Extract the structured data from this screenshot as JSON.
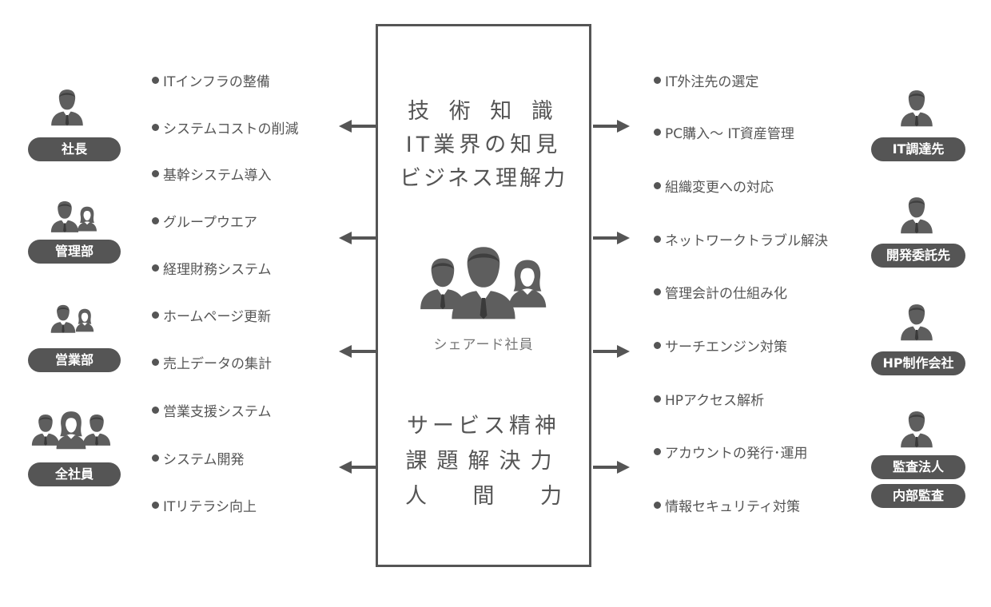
{
  "center": {
    "top_lines": [
      "技 術 知 識",
      "IT業界の知見",
      "ビジネス理解力"
    ],
    "caption": "シェアード社員",
    "bottom_lines": [
      "サービス精神",
      "課題解決力"
    ],
    "bottom_spread": [
      "人",
      "間",
      "力"
    ]
  },
  "left_items": [
    "ITインフラの整備",
    "システムコストの削減",
    "基幹システム導入",
    "グループウエア",
    "経理財務システム",
    "ホームページ更新",
    "売上データの集計",
    "営業支援システム",
    "システム開発",
    "ITリテラシ向上"
  ],
  "right_items": [
    "IT外注先の選定",
    "PC購入～ IT資産管理",
    "組織変更への対応",
    "ネットワークトラブル解決",
    "管理会計の仕組み化",
    "サーチエンジン対策",
    "HPアクセス解析",
    "アカウントの発行･運用",
    "情報セキュリティ対策"
  ],
  "left_groups": [
    "社長",
    "管理部",
    "営業部",
    "全社員"
  ],
  "right_groups": [
    "IT調達先",
    "開発委託先",
    "HP制作会社",
    "監査法人",
    "内部監査"
  ],
  "icons": {
    "person": "person-icon",
    "group": "group-icon"
  },
  "colors": {
    "main": "#555555",
    "pill_text": "#ffffff",
    "background": "#ffffff"
  }
}
